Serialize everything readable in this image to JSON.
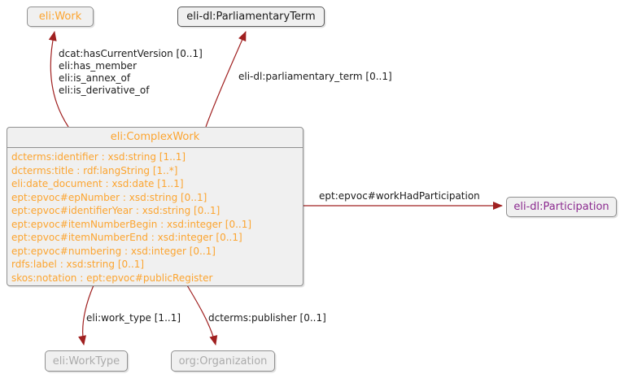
{
  "palette": {
    "background": "#FFFFFF",
    "node_fill": "#F0F0F0",
    "node_border": "#909090",
    "arrow": "#A02020",
    "orange_class_text": "#FCA42F",
    "purple_class_text": "#8B2A8F",
    "gray_class_text": "#ABABAB",
    "black_text": "#1B1B1B"
  },
  "nodes": {
    "work": {
      "label": "eli:Work"
    },
    "parliamentary_term": {
      "label": "eli-dl:ParliamentaryTerm"
    },
    "participation": {
      "label": "eli-dl:Participation"
    },
    "work_type": {
      "label": "eli:WorkType"
    },
    "organization": {
      "label": "org:Organization"
    },
    "complex_work": {
      "title": "eli:ComplexWork",
      "attributes": [
        "dcterms:identifier : xsd:string [1..1]",
        "dcterms:title : rdf:langString [1..*]",
        "eli:date_document : xsd:date [1..1]",
        "ept:epvoc#epNumber : xsd:string [0..1]",
        "ept:epvoc#identifierYear : xsd:string [0..1]",
        "ept:epvoc#itemNumberBegin : xsd:integer [0..1]",
        "ept:epvoc#itemNumberEnd : xsd:integer [0..1]",
        "ept:epvoc#numbering : xsd:integer [0..1]",
        "rdfs:label : xsd:string [0..1]",
        "skos:notation : ept:epvoc#publicRegister"
      ]
    }
  },
  "edges": {
    "to_work": {
      "labels": [
        "dcat:hasCurrentVersion [0..1]",
        "eli:has_member",
        "eli:is_annex_of",
        "eli:is_derivative_of"
      ]
    },
    "to_parliamentary_term": {
      "label": "eli-dl:parliamentary_term [0..1]"
    },
    "to_participation": {
      "label": "ept:epvoc#workHadParticipation"
    },
    "to_work_type": {
      "label": "eli:work_type [1..1]"
    },
    "to_organization": {
      "label": "dcterms:publisher [0..1]"
    }
  }
}
